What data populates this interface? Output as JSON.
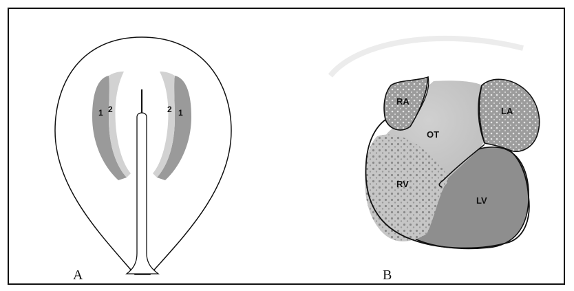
{
  "figure": {
    "panels": [
      {
        "id": "A",
        "label": "A",
        "field_labels": {
          "left_outer": "1",
          "left_inner": "2",
          "right_inner": "2",
          "right_outer": "1"
        }
      },
      {
        "id": "B",
        "label": "B",
        "chambers": {
          "ra": "RA",
          "la": "LA",
          "ot": "OT",
          "rv": "RV",
          "lv": "LV"
        }
      }
    ],
    "colors": {
      "outline": "#111111",
      "field_1": "#9a9a9a",
      "field_2": "#d2d2d2",
      "lv": "#8e8e8e",
      "rv": "#c6c6c6",
      "ot": "#c9c9c9",
      "atria": "#9c9c9c"
    }
  }
}
